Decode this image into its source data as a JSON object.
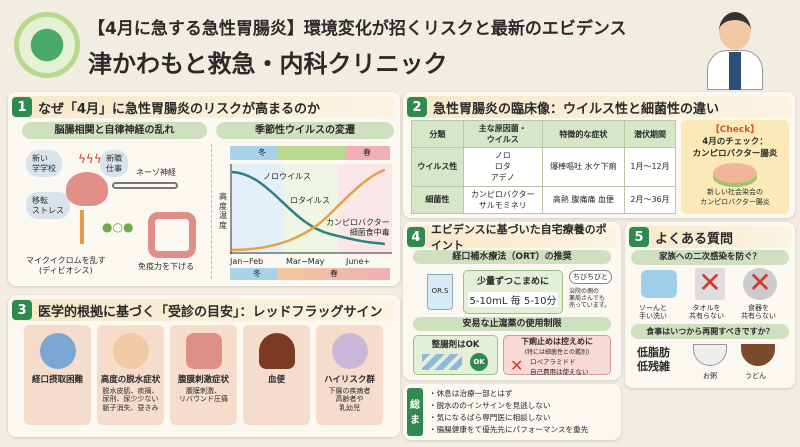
{
  "header": {
    "title": "【4月に急する急性胃腸炎】環境変化が招くリスクと最新のエビデンス",
    "clinic": "津かわもと救急・内科クリニック"
  },
  "s1": {
    "num": "1",
    "title": "なぜ「4月」に急性胃腸炎のリスクが高まるのか",
    "left": {
      "title": "脳腸相関と自律神経の乱れ",
      "bubbles": [
        "新い\n学学校",
        "新職\n仕事",
        "移転\nストレス"
      ],
      "nerve": "ネーゾ神経",
      "micro": "マイクイクロムを乱す\n(ディビオシス)",
      "immune": "免疫力を下げる"
    },
    "right": {
      "title": "季節性ウイルスの変遷",
      "top_seasons": [
        "冬",
        "春"
      ],
      "ylabel": "高度温度",
      "labels": [
        "ノロウイルス",
        "ロタイルス",
        "カンピロバクター\n細菌食中毒"
      ],
      "xticks": [
        "Jan−Feb",
        "Mar−May",
        "June+"
      ],
      "bottom_seasons": [
        "冬",
        "春"
      ]
    }
  },
  "s2": {
    "num": "2",
    "title": "急性胃腸炎の臨床像：ウイルス性と細菌性の違い",
    "headers": [
      "分類",
      "主な原因菌・\nウイルス",
      "特徴的な症状",
      "潜伏期間"
    ],
    "rows": [
      {
        "type": "ウイルス性",
        "cause": "ノロ\nロタ\nアデノ",
        "symptoms": [
          "爆棒嘔吐",
          "水ケ下痢"
        ],
        "period": "1月〜12月"
      },
      {
        "type": "細菌性",
        "cause": "カンピロバクター\nサルモミネリ",
        "symptoms": [
          "高熱",
          "腹痛痛",
          "血便"
        ],
        "period": "2月〜36月"
      }
    ],
    "check": {
      "tag": "【Check】",
      "title": "4月のチェック：\nカンピロバクター腸炎",
      "note": "新しい社会染会の\nカンピロバクター腸炎"
    }
  },
  "s3": {
    "num": "3",
    "title": "医学的根拠に基づく「受診の目安」：レッドフラッグサイン",
    "items": [
      {
        "label": "経口摂取困難",
        "desc": ""
      },
      {
        "label": "高度の脱水症状",
        "desc": "脱水皮肌、痰摘、\n尿刑、尿少少ない\n脈子消失、昼きみ"
      },
      {
        "label": "腹膜刺激症状",
        "desc": "腹膜刺激、\nリバウンド圧痛"
      },
      {
        "label": "血便",
        "desc": ""
      },
      {
        "label": "ハイリスク群",
        "desc": "下層の疾病者\n高齢者や\n乳幼児"
      }
    ]
  },
  "s4": {
    "num": "4",
    "title": "エビデンスに基づいた自宅療養のポイント",
    "ort": "経口補水療法（ORT）の推奨",
    "glass": "OR.S",
    "small": "少量ずつこまめに",
    "dose": "5-10mL 毎 5-10分",
    "bubble1": "ちびちびと",
    "bubble2": "治院の側の\n薬局さんでも\n売っています。",
    "restrict": "安易な止瀉薬の使用制限",
    "ok_title": "整腸剤はOK",
    "ok": "OK",
    "ng_title": "下痢止めは控えめに",
    "ng_sub": "(特には細菌性との鑑別)",
    "ng_text": "ロペアラミドド\n自己費用は使えない"
  },
  "summary": {
    "label": "総ま",
    "items": [
      "休息は治療一部とはず",
      "脱水ののインサインを見逃しない",
      "気になるばら専門医に相談しない",
      "腸腸健康をて優先先にパフォーマンスを重先"
    ]
  },
  "s5": {
    "num": "5",
    "title": "よくある質問",
    "q1": "家族への二次感染を防ぐ？",
    "a1": [
      "ソーんと\n手い洗い",
      "タオルを\n共有らない",
      "食器を\n共有らない"
    ],
    "q2": "食事はいつから再開すべきですか？",
    "diet": "低脂肪\n低残雑",
    "foods": [
      "お粥",
      "うどん"
    ]
  },
  "colors": {
    "green": "#2f8a4e",
    "pill": "#cfe0bf",
    "red": "#d23a2f",
    "bg": "#f2ede3"
  }
}
